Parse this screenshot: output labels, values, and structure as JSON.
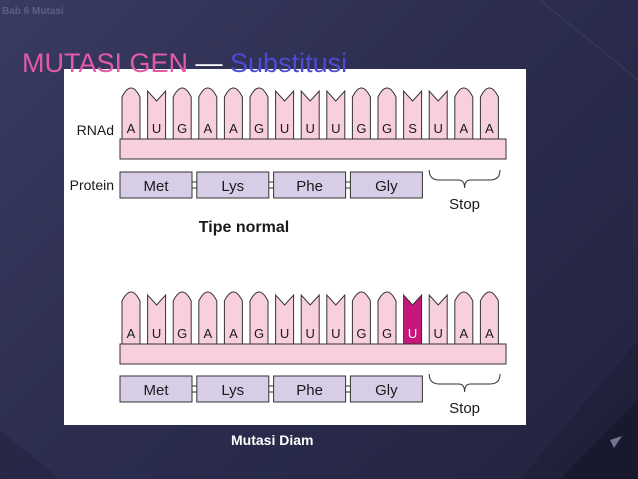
{
  "slide": {
    "breadcrumb": "Bab 6 Mutasi",
    "title_part1": "MUTASI GEN",
    "title_sep": " — ",
    "title_part2": "Substitusi",
    "caption": "Mutasi Diam",
    "colors": {
      "background": "#2c2d50",
      "title_pink": "#e25aa8",
      "title_blue": "#4b4bd6",
      "rna_strand": "#f8cfdc",
      "protein_box": "#d8cde6",
      "mutation_highlight": "#c8177a"
    }
  },
  "figure": {
    "panels": [
      {
        "name": "normal",
        "row_label_rna": "RNAd",
        "row_label_protein": "Protein",
        "bases": [
          "A",
          "U",
          "G",
          "A",
          "A",
          "G",
          "U",
          "U",
          "U",
          "G",
          "G",
          "S",
          "U",
          "A",
          "A"
        ],
        "mutated_index": -1,
        "amino_acids": [
          "Met",
          "Lys",
          "Phe",
          "Gly"
        ],
        "stop_label": "Stop",
        "panel_label": "Tipe normal"
      },
      {
        "name": "mutant",
        "row_label_rna": "",
        "row_label_protein": "",
        "bases": [
          "A",
          "U",
          "G",
          "A",
          "A",
          "G",
          "U",
          "U",
          "U",
          "G",
          "G",
          "U",
          "U",
          "A",
          "A"
        ],
        "mutated_index": 11,
        "amino_acids": [
          "Met",
          "Lys",
          "Phe",
          "Gly"
        ],
        "stop_label": "Stop",
        "panel_label": ""
      }
    ]
  }
}
